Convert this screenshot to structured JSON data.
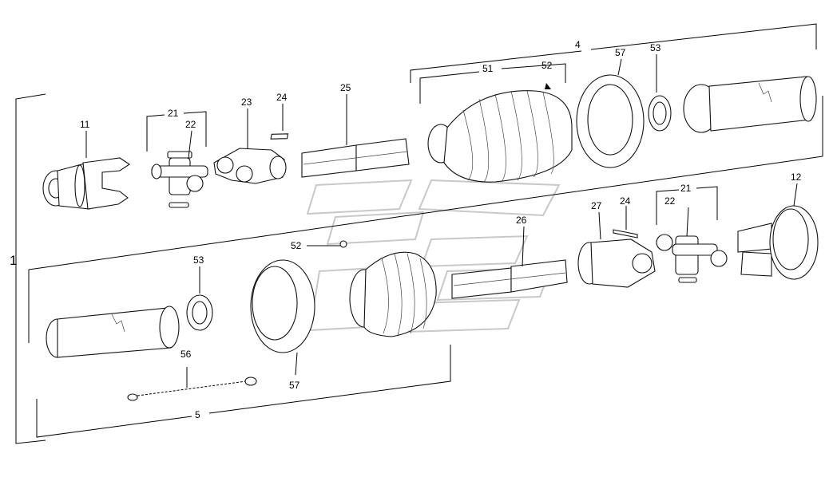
{
  "callouts": {
    "c1": "1",
    "c4": "4",
    "c5": "5",
    "c11": "11",
    "c12": "12",
    "c21a": "21",
    "c21b": "21",
    "c22a": "22",
    "c22b": "22",
    "c23": "23",
    "c24a": "24",
    "c24b": "24",
    "c25": "25",
    "c26": "26",
    "c27": "27",
    "c51": "51",
    "c52a": "52",
    "c52b": "52",
    "c53a": "53",
    "c53b": "53",
    "c56": "56",
    "c57a": "57",
    "c57b": "57"
  },
  "colors": {
    "line": "#000000",
    "shade": "#d8d8d8",
    "watermark": "#c8c8c8"
  }
}
